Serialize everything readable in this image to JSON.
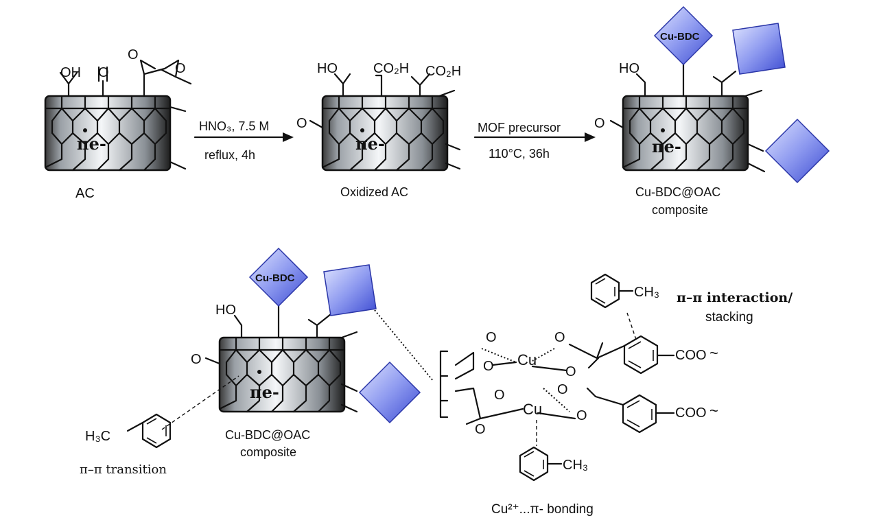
{
  "labels": {
    "ac": "AC",
    "oxidized_ac": "Oxidized AC",
    "composite_line1": "Cu-BDC@OAC",
    "composite_line2": "composite",
    "mof_tag": "Cu-BDC",
    "pi_e": "πe-",
    "oh": "OH",
    "ho": "HO",
    "o": "O",
    "co2h": "CO₂H",
    "ch3": "CH₃",
    "h3c": "H₃C",
    "cu": "Cu",
    "coo": "COO",
    "squiggle": "~"
  },
  "steps": [
    {
      "reagent": "HNO₃, 7.5 M",
      "condition": "reflux, 4h"
    },
    {
      "reagent": "MOF precursor",
      "condition": "110°C, 36h"
    }
  ],
  "interactions": {
    "pi_pi_stacking_line1": "π–π interaction/",
    "pi_pi_stacking_line2": "stacking",
    "pi_pi_transition": "π–π transition",
    "cu_pi_bonding": "Cu²⁺...π- bonding"
  },
  "colors": {
    "mof_square_light": "#d6dcff",
    "mof_square_dark": "#4a5ad8",
    "carbon_block_light": "#f4f6f8",
    "carbon_block_dark": "#1e1e1e"
  }
}
